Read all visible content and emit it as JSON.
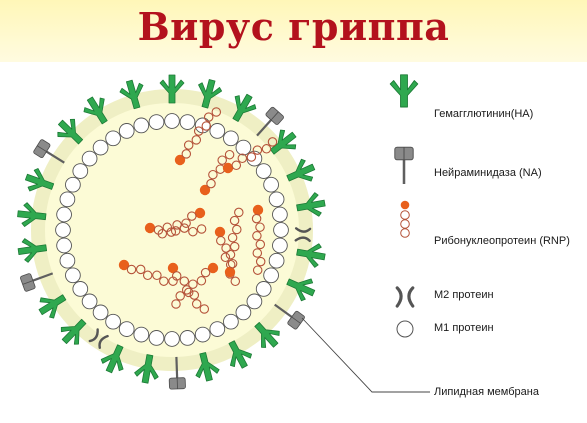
{
  "title": "Вирус гриппа",
  "legend": {
    "ha": "Гемагглютинин(HA)",
    "na": "Нейраминидаза (NA)",
    "rnp": "Рибонуклеопротеин (RNP)",
    "m2": "M2 протеин",
    "m1": "M1 протеин"
  },
  "membrane_label": "Липидная мембрана",
  "colors": {
    "title": "#b3121d",
    "hemagglutinin": "#2fa84f",
    "neuraminidase": "#7a7a7a",
    "rnp_head": "#e8601c",
    "rnp_ring": "#b5533a",
    "virion_fill": "#fcfbd6",
    "lipid_layer": "#efefc4"
  },
  "icons": {
    "ha": "hemagglutinin-icon",
    "na": "neuraminidase-icon",
    "rnp": "rnp-icon",
    "m2": "m2-protein-icon",
    "m1": "m1-protein-icon"
  }
}
